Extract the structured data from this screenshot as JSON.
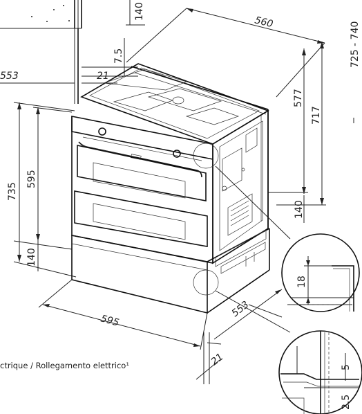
{
  "dimensions": {
    "d140_top": "140",
    "d75": "7.5",
    "d553_left": "553",
    "d21_mid": "21",
    "d560": "560",
    "d725_740": "725 - 740",
    "d577": "577",
    "d717": "717",
    "d735": "735",
    "d595_v": "595",
    "d140_left": "140",
    "d140_right": "140",
    "d595_h": "595",
    "d553_bottom": "553",
    "d21_bottom": "21",
    "d18": "18",
    "d5": "5",
    "d25": "2.5"
  },
  "caption": "ctrique / Rollegamento elettrico¹"
}
